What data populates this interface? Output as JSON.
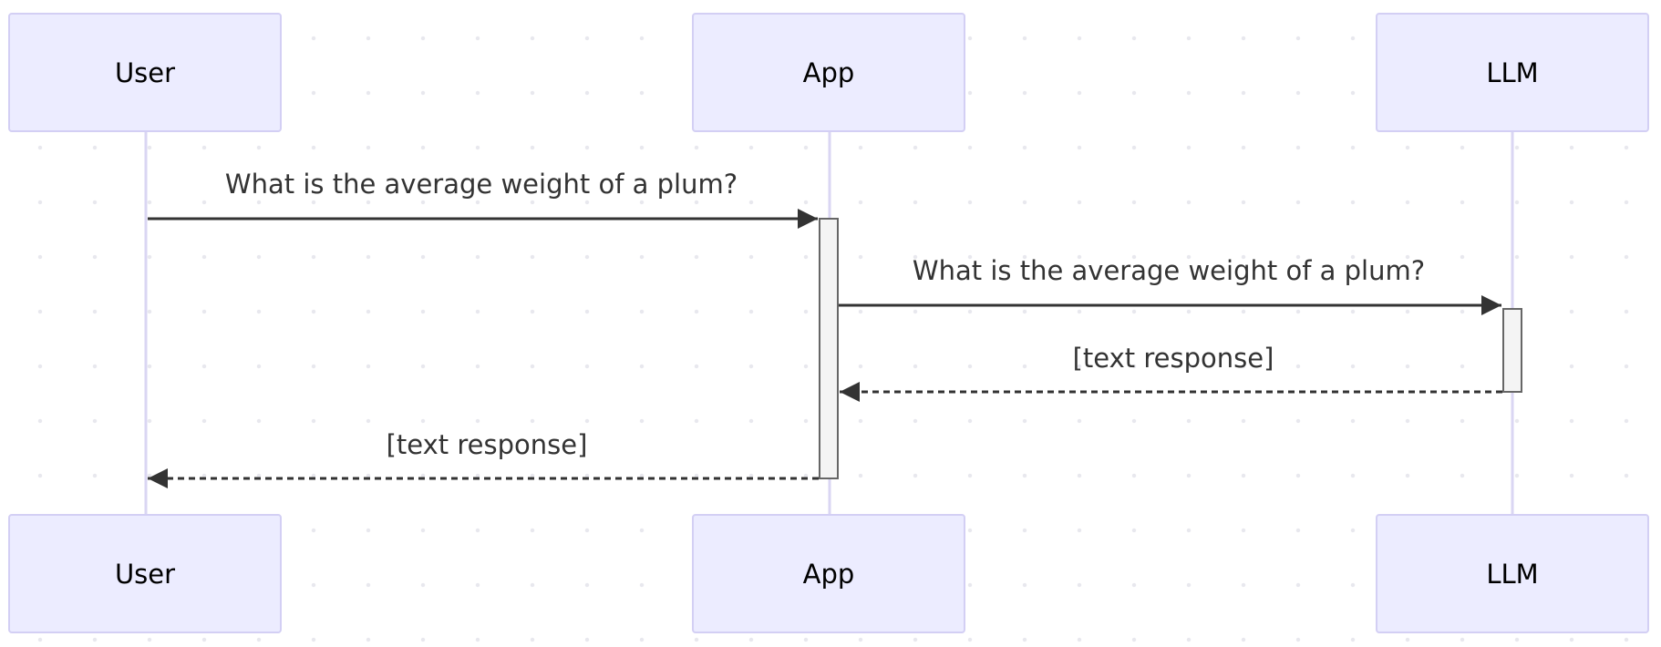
{
  "participants": {
    "user": {
      "name": "User"
    },
    "app": {
      "name": "App"
    },
    "llm": {
      "name": "LLM"
    }
  },
  "messages": [
    {
      "from": "User",
      "to": "App",
      "text": "What is the average weight of a plum?",
      "style": "solid"
    },
    {
      "from": "App",
      "to": "LLM",
      "text": "What is the average weight of a plum?",
      "style": "solid"
    },
    {
      "from": "LLM",
      "to": "App",
      "text": "[text response]",
      "style": "dashed"
    },
    {
      "from": "App",
      "to": "User",
      "text": "[text response]",
      "style": "dashed"
    }
  ],
  "colors": {
    "actor_fill": "#ECECFF",
    "actor_stroke": "#D3CFF4",
    "lifeline": "#DAD6F3",
    "message": "#333333",
    "activation_fill": "#F4F4F4",
    "activation_stroke": "#666666"
  }
}
